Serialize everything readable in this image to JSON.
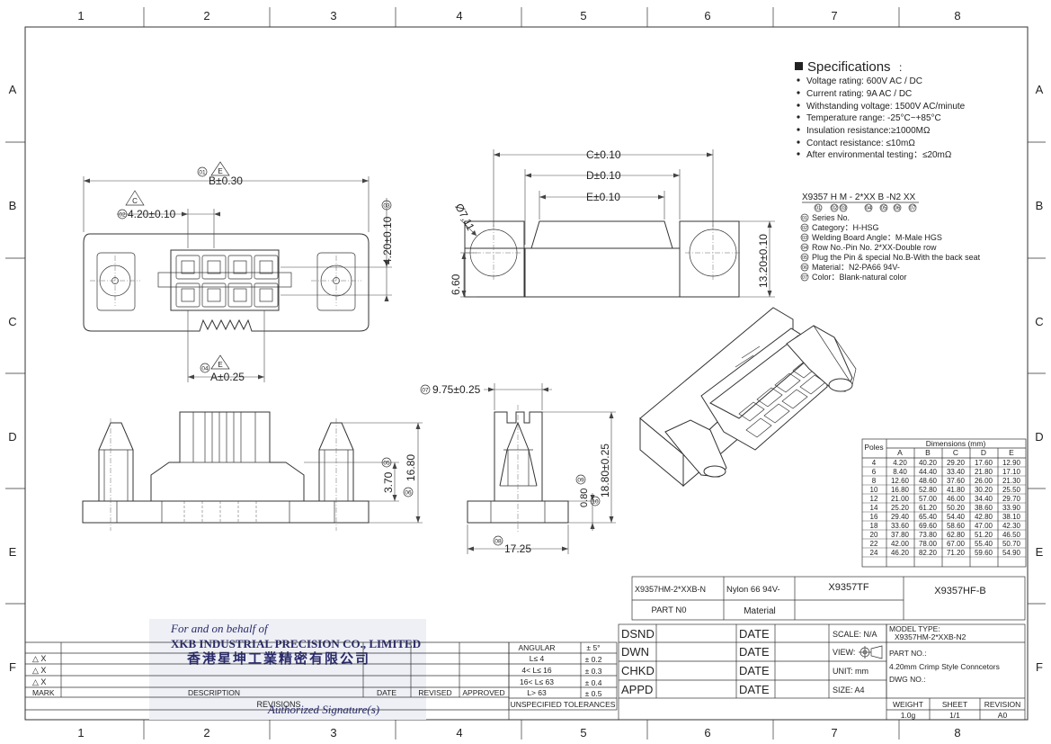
{
  "frame": {
    "columns": [
      "1",
      "2",
      "3",
      "4",
      "5",
      "6",
      "7",
      "8"
    ],
    "rows": [
      "A",
      "B",
      "C",
      "D",
      "E",
      "F"
    ]
  },
  "specifications": {
    "heading": "Specifications",
    "colon": ":",
    "items": [
      "Voltage rating: 600V AC / DC",
      "Current rating: 9A  AC / DC",
      "Withstanding voltage: 1500V AC/minute",
      "Temperature range: -25°C~+85°C",
      "Insulation resistance:≥1000MΩ",
      "Contact resistance: ≤10mΩ",
      "After environmental testing：≤20mΩ"
    ]
  },
  "part_code": {
    "code": "X9357 H M - 2*XX B -N2 XX",
    "markers": [
      "01",
      "02",
      "03",
      "04",
      "05",
      "06",
      "07"
    ],
    "legend": [
      "Series No.",
      "Category：H-HSG",
      "Welding Board Angle：M-Male HGS",
      "Row No.-Pin No. 2*XX-Double row",
      "Plug the Pin & special No.B-With the back seat",
      "Material：N2-PA66 94V-",
      "Color：Blank-natural color"
    ]
  },
  "dimensions": {
    "top_view": {
      "b": "B±0.30",
      "pitch": "4.20±0.10",
      "row_pitch": "4.20±0.10",
      "a": "A±0.25",
      "m_b": "01",
      "m_pitch": "02",
      "m_row": "03",
      "m_a": "04",
      "rev_b": "E",
      "rev_pitch": "C",
      "rev_a": "E"
    },
    "side_view": {
      "c": "C±0.10",
      "d": "D±0.10",
      "e": "E±0.10",
      "hole": "Ø7.11",
      "h1": "6.60",
      "h2": "13.20±0.10"
    },
    "front_view": {
      "h1": "3.70",
      "h2": "16.80",
      "m_h1": "05",
      "m_h2": "06"
    },
    "end_view": {
      "top": "9.75±0.25",
      "m_top": "07",
      "h1": "0.80",
      "h2": "18.80±0.25",
      "m_h1": "09",
      "m_h2": "10",
      "width": "17.25",
      "m_width": "08"
    }
  },
  "dim_table": {
    "group_header": "Dimensions (mm)",
    "poles_header": "Poles",
    "columns": [
      "A",
      "B",
      "C",
      "D",
      "E"
    ],
    "rows": [
      [
        "4",
        "4.20",
        "40.20",
        "29.20",
        "17.60",
        "12.90"
      ],
      [
        "6",
        "8.40",
        "44.40",
        "33.40",
        "21.80",
        "17.10"
      ],
      [
        "8",
        "12.60",
        "48.60",
        "37.60",
        "26.00",
        "21.30"
      ],
      [
        "10",
        "16.80",
        "52.80",
        "41.80",
        "30.20",
        "25.50"
      ],
      [
        "12",
        "21.00",
        "57.00",
        "46.00",
        "34.40",
        "29.70"
      ],
      [
        "14",
        "25.20",
        "61.20",
        "50.20",
        "38.60",
        "33.90"
      ],
      [
        "16",
        "29.40",
        "65.40",
        "54.40",
        "42.80",
        "38.10"
      ],
      [
        "18",
        "33.60",
        "69.60",
        "58.60",
        "47.00",
        "42.30"
      ],
      [
        "20",
        "37.80",
        "73.80",
        "62.80",
        "51.20",
        "46.50"
      ],
      [
        "22",
        "42.00",
        "78.00",
        "67.00",
        "55.40",
        "50.70"
      ],
      [
        "24",
        "46.20",
        "82.20",
        "71.20",
        "59.60",
        "54.90"
      ]
    ]
  },
  "parts_list": {
    "part_no_1": "X9357HM-2*XXB-N",
    "material_1": "Nylon 66  94V-",
    "mate_1": "X9357TF",
    "mate_2": "X9357HF-B",
    "part_no_label": "PART N0",
    "material_label": "Material"
  },
  "signature": {
    "line1": "For and on behalf of",
    "line2": "XKB INDUSTRIAL PRECISION CO., LIMITED",
    "line3": "香港星坤工業精密有限公司",
    "line4": "Authorized Signature(s)"
  },
  "revisions": {
    "rows": [
      "△ X",
      "△ X",
      "△ X"
    ],
    "mark": "MARK",
    "description": "DESCRIPTION",
    "date": "DATE",
    "revised": "REVISED",
    "approved": "APPROVED",
    "title": "REVISIONS"
  },
  "tolerances": {
    "header_label": "ANGULAR",
    "header_value": "± 5°",
    "rows": [
      [
        "L≤ 4",
        "± 0.2"
      ],
      [
        "4< L≤ 16",
        "± 0.3"
      ],
      [
        "16< L≤ 63",
        "± 0.4"
      ],
      [
        "L> 63",
        "± 0.5"
      ]
    ],
    "title": "UNSPECIFIED  TOLERANCES"
  },
  "approvals": {
    "rows": [
      "DSND",
      "DWN",
      "CHKD",
      "APPD"
    ],
    "date": "DATE"
  },
  "title_block": {
    "scale": "SCALE: N/A",
    "view": "VIEW:",
    "unit": "UNIT:  mm",
    "size": "SIZE:  A4",
    "description": "4.20mm Crimp Style Conncetors",
    "model_label": "MODEL TYPE:",
    "model_value": "X9357HM-2*XXB-N2",
    "part_no_label": "PART NO.:",
    "dwg_no_label": "DWG NO.:",
    "weight_label": "WEIGHT",
    "weight_value": "1.0g",
    "sheet_label": "SHEET",
    "sheet_value": "1/1",
    "revision_label": "REVISION",
    "revision_value": "A0"
  }
}
